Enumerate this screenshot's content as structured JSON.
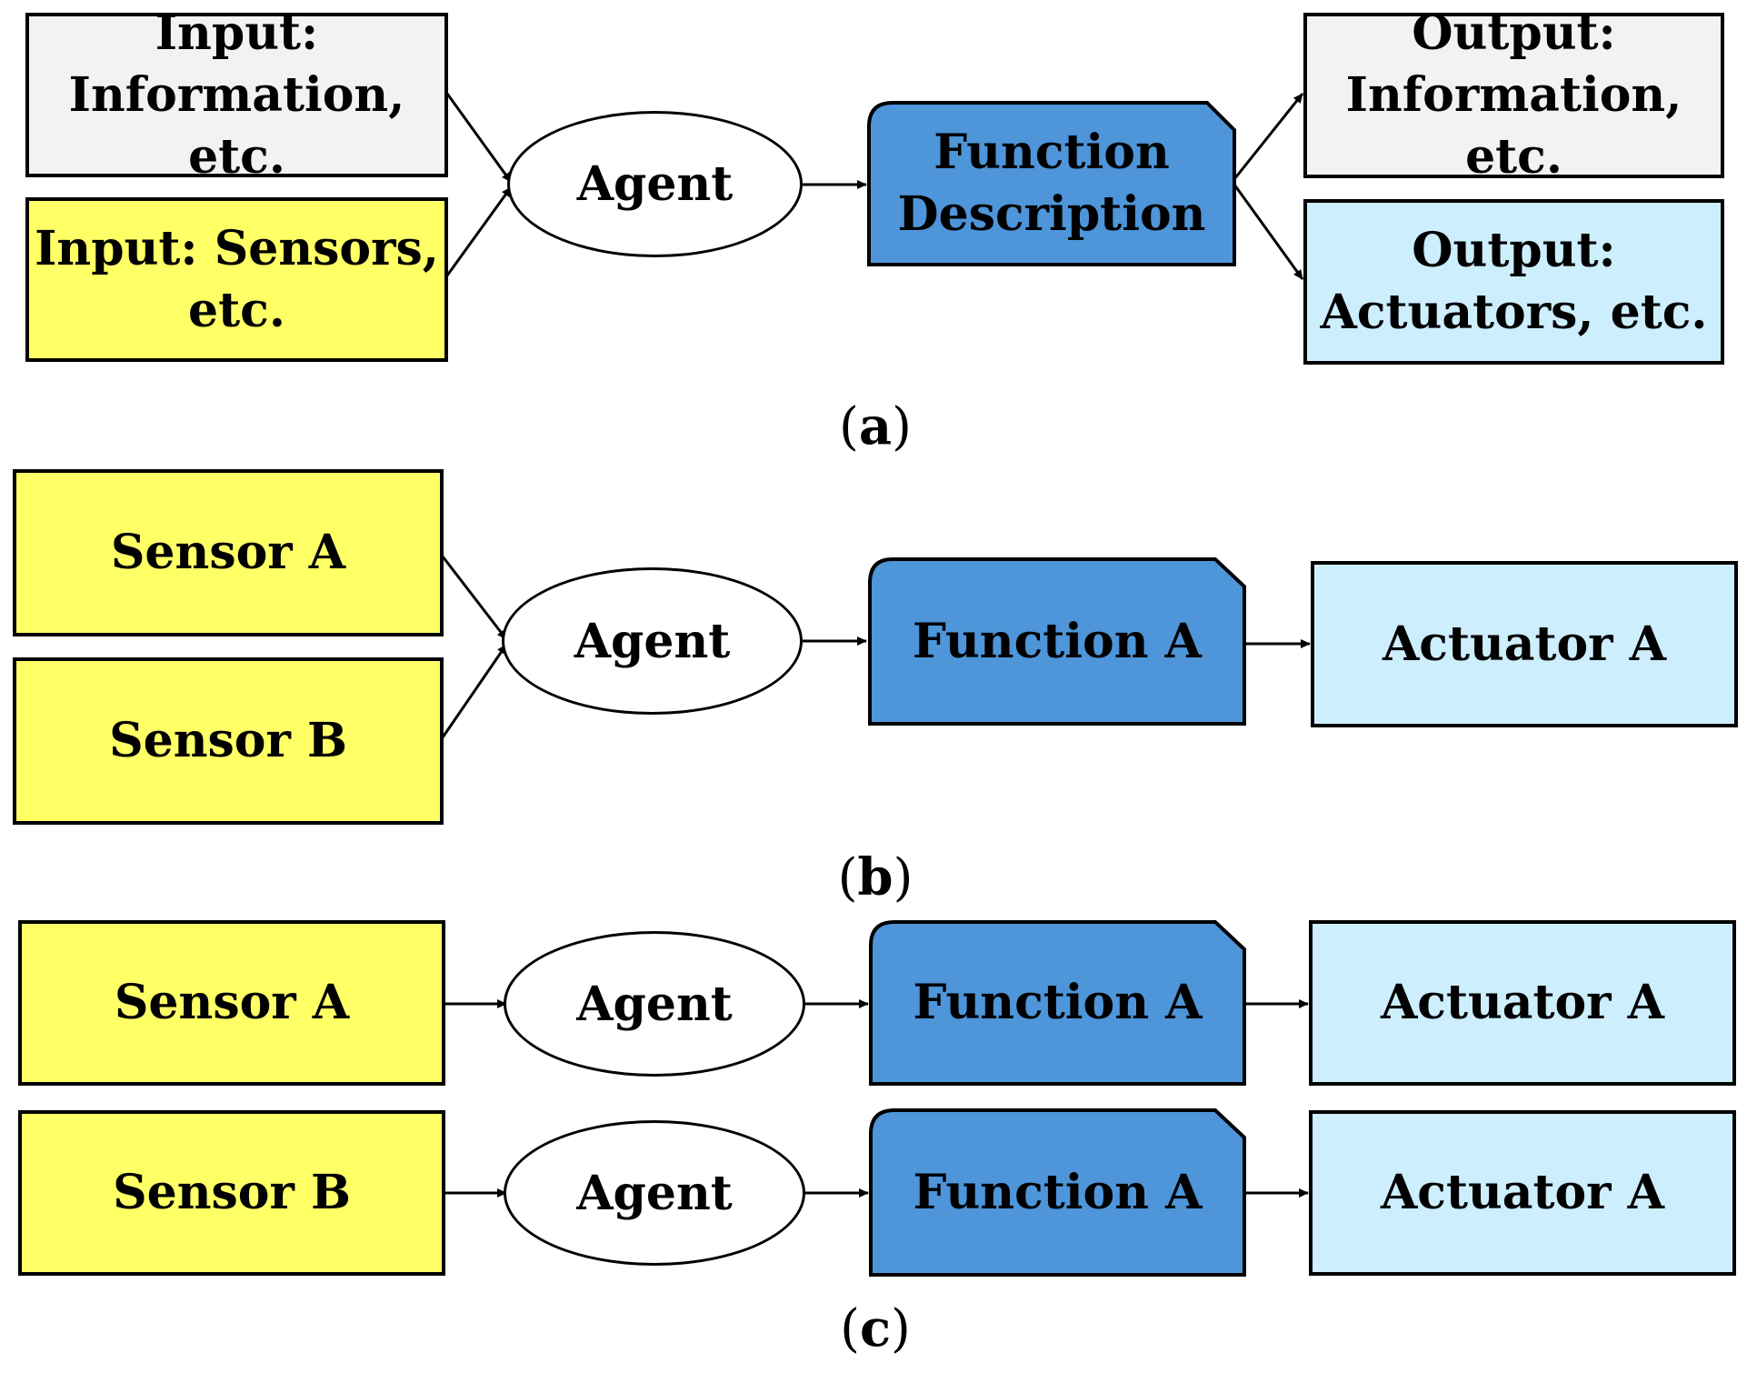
{
  "panel_a": {
    "input_info": [
      "Input:",
      "Information, etc."
    ],
    "input_sensors": [
      "Input: Sensors,",
      "etc."
    ],
    "agent": "Agent",
    "function": [
      "Function",
      "Description"
    ],
    "output_info": [
      "Output:",
      "Information, etc."
    ],
    "output_actuators": [
      "Output:",
      "Actuators, etc."
    ],
    "caption_letter": "a"
  },
  "panel_b": {
    "sensor_a": "Sensor A",
    "sensor_b": "Sensor B",
    "agent": "Agent",
    "function": "Function A",
    "actuator": "Actuator A",
    "caption_letter": "b"
  },
  "panel_c": {
    "rows": [
      {
        "sensor": "Sensor A",
        "agent": "Agent",
        "function": "Function A",
        "actuator": "Actuator A"
      },
      {
        "sensor": "Sensor B",
        "agent": "Agent",
        "function": "Function A",
        "actuator": "Actuator A"
      }
    ],
    "caption_letter": "c"
  },
  "colors": {
    "input_info": "#f2f2f2",
    "sensor": "#ffff66",
    "function": "#4e95d9",
    "output": "#cdeefc"
  }
}
